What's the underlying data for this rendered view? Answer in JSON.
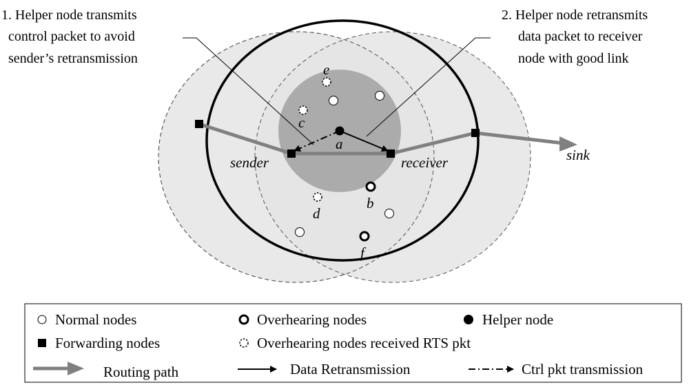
{
  "annotations": {
    "left": [
      "1. Helper node transmits",
      "control packet to avoid",
      "sender’s retransmission"
    ],
    "right": [
      "2. Helper node retransmits",
      "data packet to receiver",
      "node with good link"
    ]
  },
  "labels": {
    "a": "a",
    "b": "b",
    "c": "c",
    "d": "d",
    "e": "e",
    "f": "f",
    "sender": "sender",
    "receiver": "receiver",
    "sink": "sink"
  },
  "legend": {
    "normal": "Normal nodes",
    "overhearing": "Overhearing nodes",
    "helper": "Helper node",
    "forwarding": "Forwarding nodes",
    "overhearing_rts": "Overhearing nodes received RTS pkt",
    "routing": "Routing path",
    "data_retx": "Data Retransmission",
    "ctrl_tx": "Ctrl pkt transmission"
  },
  "colors": {
    "outer_range": "#e3e3e3",
    "helper_range": "#ababab",
    "routing_path": "#808080",
    "ink": "#000000"
  }
}
